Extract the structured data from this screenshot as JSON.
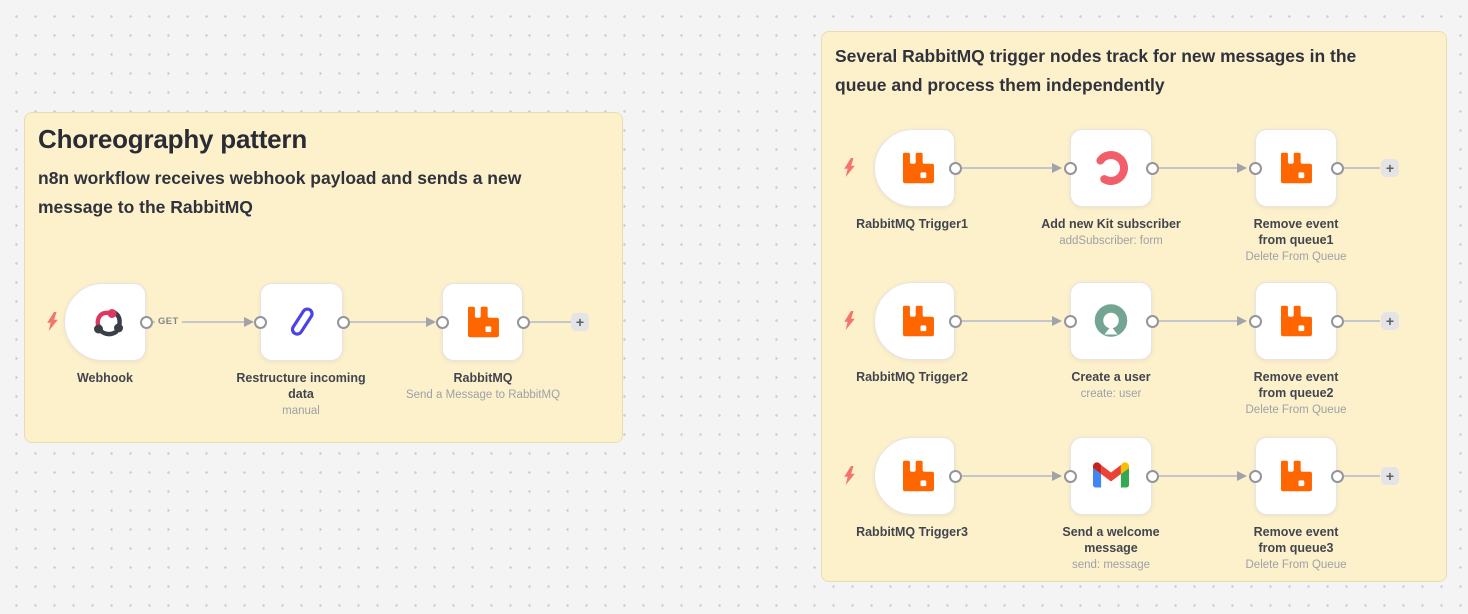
{
  "canvas": {
    "background": "#f4f4f5",
    "dot_color": "#cbcbcd"
  },
  "notes": {
    "left": {
      "title": "Choreography pattern",
      "description": "n8n workflow receives webhook payload and sends a new message to the RabbitMQ",
      "bg_color": "#fdf1cc"
    },
    "right": {
      "heading": "Several RabbitMQ trigger nodes track for new messages in the queue and process them independently",
      "bg_color": "#fdf1cc"
    }
  },
  "left_workflow": {
    "connection_label": "GET",
    "nodes": [
      {
        "name": "Webhook",
        "icon": "webhook-icon"
      },
      {
        "name": "Restructure incoming data",
        "subtitle": "manual",
        "icon": "edit-pen-icon"
      },
      {
        "name": "RabbitMQ",
        "subtitle": "Send a Message to RabbitMQ",
        "icon": "rabbitmq-icon"
      }
    ]
  },
  "right_workflows": [
    {
      "trigger": {
        "name": "RabbitMQ Trigger1",
        "icon": "rabbitmq-icon"
      },
      "action": {
        "name": "Add new Kit subscriber",
        "subtitle": "addSubscriber: form",
        "icon": "kit-icon"
      },
      "removal": {
        "name": "Remove event from queue1",
        "subtitle": "Delete From Queue",
        "icon": "rabbitmq-icon"
      }
    },
    {
      "trigger": {
        "name": "RabbitMQ Trigger2",
        "icon": "rabbitmq-icon"
      },
      "action": {
        "name": "Create a user",
        "subtitle": "create: user",
        "icon": "user-ring-icon"
      },
      "removal": {
        "name": "Remove event from queue2",
        "subtitle": "Delete From Queue",
        "icon": "rabbitmq-icon"
      }
    },
    {
      "trigger": {
        "name": "RabbitMQ Trigger3",
        "icon": "rabbitmq-icon"
      },
      "action": {
        "name": "Send a welcome message",
        "subtitle": "send: message",
        "icon": "gmail-icon"
      },
      "removal": {
        "name": "Remove event from queue3",
        "subtitle": "Delete From Queue",
        "icon": "rabbitmq-icon"
      }
    }
  ],
  "controls": {
    "plus_label": "+"
  },
  "colors": {
    "rabbitmq_orange": "#ff6600",
    "trigger_bolt": "#f4756c",
    "webhook_pink": "#de3860",
    "webhook_dark": "#3a3f47",
    "edit_pen_blue": "#4a43e8",
    "kit_coral": "#f25f6b",
    "user_teal": "#73a592",
    "sticky_yellow": "#fdf1cc"
  }
}
